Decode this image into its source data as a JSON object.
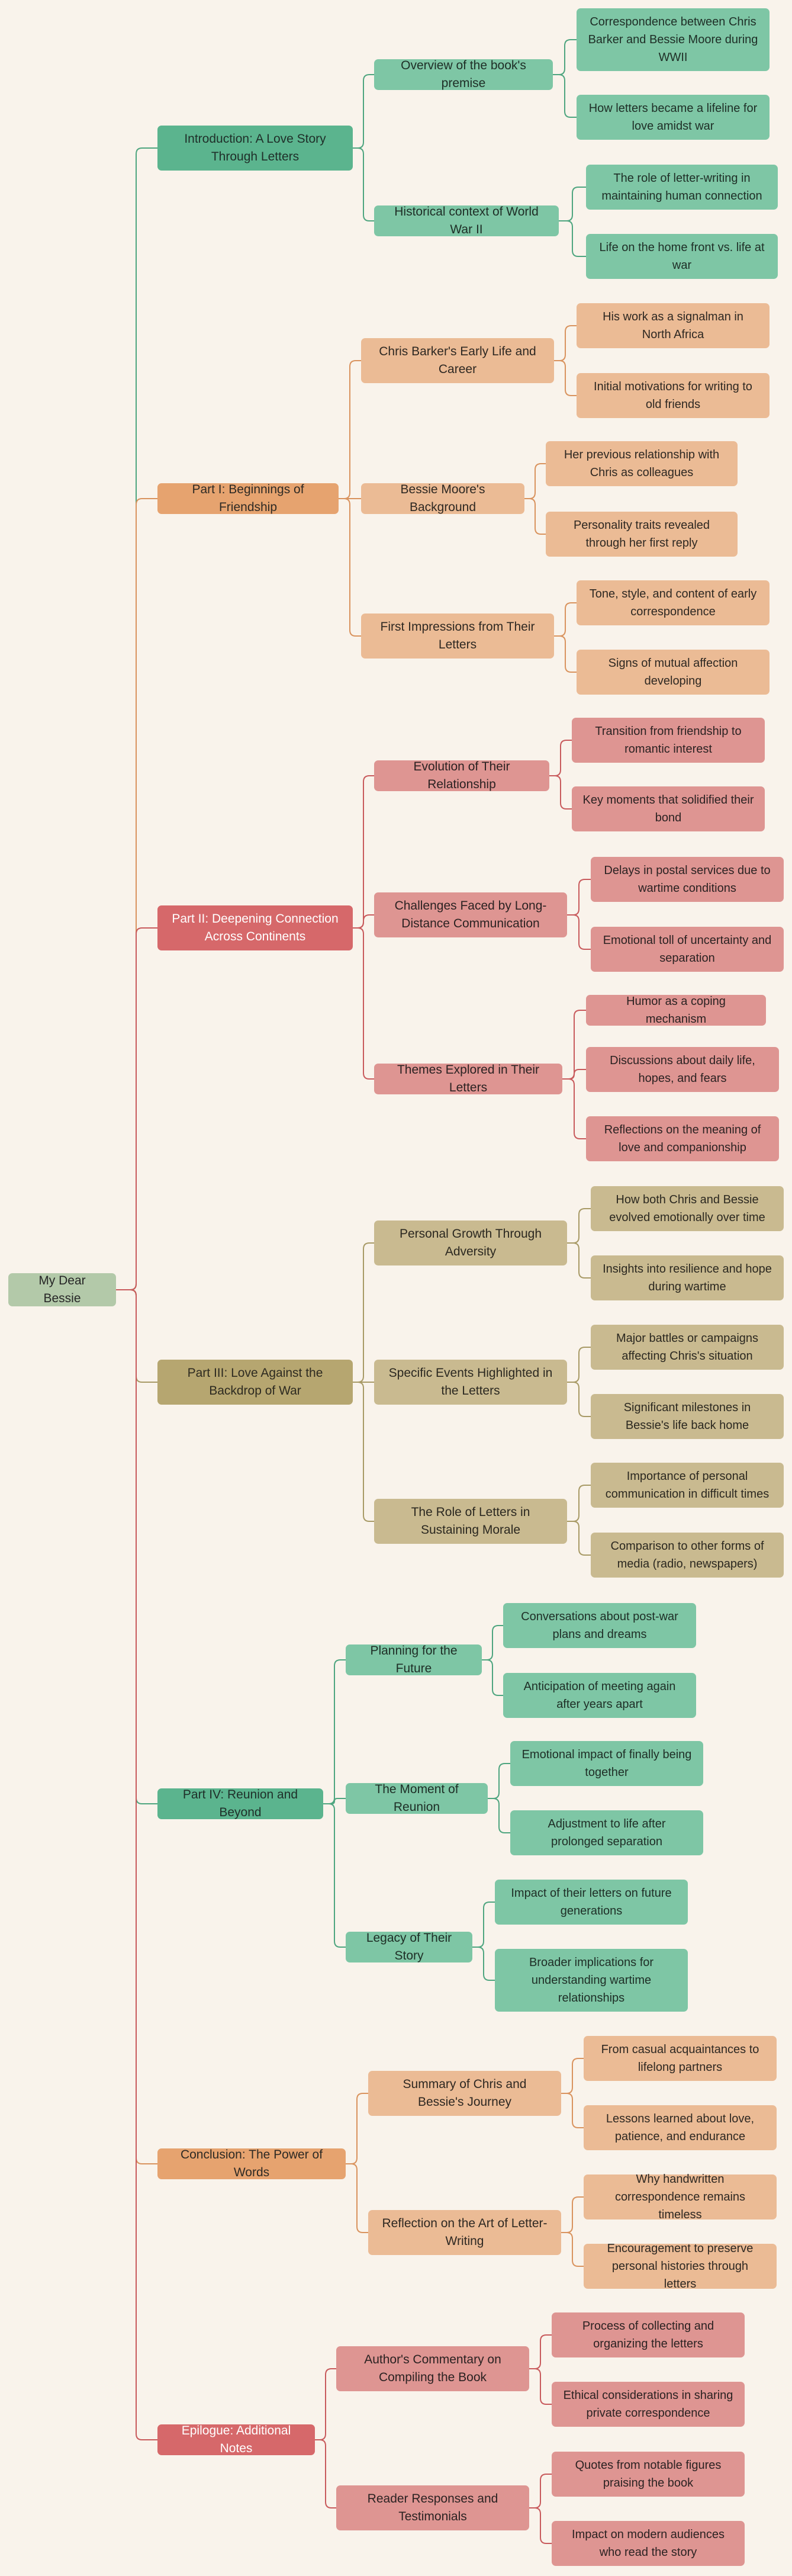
{
  "mindmap": {
    "root": "My Dear Bessie",
    "sections": [
      {
        "title": "Introduction: A Love Story Through Letters",
        "color": "green",
        "topics": [
          {
            "title": "Overview of the book's premise",
            "points": [
              "Correspondence between Chris Barker and Bessie Moore during WWII",
              "How letters became a lifeline for love amidst war"
            ]
          },
          {
            "title": "Historical context of World War II",
            "points": [
              "The role of letter-writing in maintaining human connection",
              "Life on the home front vs. life at war"
            ]
          }
        ]
      },
      {
        "title": "Part I: Beginnings of Friendship",
        "color": "orange",
        "topics": [
          {
            "title": "Chris Barker's Early Life and Career",
            "points": [
              "His work as a signalman in North Africa",
              "Initial motivations for writing to old friends"
            ]
          },
          {
            "title": "Bessie Moore's Background",
            "points": [
              "Her previous relationship with Chris as colleagues",
              "Personality traits revealed through her first reply"
            ]
          },
          {
            "title": "First Impressions from Their Letters",
            "points": [
              "Tone, style, and content of early correspondence",
              "Signs of mutual affection developing"
            ]
          }
        ]
      },
      {
        "title": "Part II: Deepening Connection Across Continents",
        "color": "red",
        "topics": [
          {
            "title": "Evolution of Their Relationship",
            "points": [
              "Transition from friendship to romantic interest",
              "Key moments that solidified their bond"
            ]
          },
          {
            "title": "Challenges Faced by Long-Distance Communication",
            "points": [
              "Delays in postal services due to wartime conditions",
              "Emotional toll of uncertainty and separation"
            ]
          },
          {
            "title": "Themes Explored in Their Letters",
            "points": [
              "Humor as a coping mechanism",
              "Discussions about daily life, hopes, and fears",
              "Reflections on the meaning of love and companionship"
            ]
          }
        ]
      },
      {
        "title": "Part III: Love Against the Backdrop of War",
        "color": "olive",
        "topics": [
          {
            "title": "Personal Growth Through Adversity",
            "points": [
              "How both Chris and Bessie evolved emotionally over time",
              "Insights into resilience and hope during wartime"
            ]
          },
          {
            "title": "Specific Events Highlighted in the Letters",
            "points": [
              "Major battles or campaigns affecting Chris's situation",
              "Significant milestones in Bessie's life back home"
            ]
          },
          {
            "title": "The Role of Letters in Sustaining Morale",
            "points": [
              "Importance of personal communication in difficult times",
              "Comparison to other forms of media (radio, newspapers)"
            ]
          }
        ]
      },
      {
        "title": "Part IV: Reunion and Beyond",
        "color": "green",
        "topics": [
          {
            "title": "Planning for the Future",
            "points": [
              "Conversations about post-war plans and dreams",
              "Anticipation of meeting again after years apart"
            ]
          },
          {
            "title": "The Moment of Reunion",
            "points": [
              "Emotional impact of finally being together",
              "Adjustment to life after prolonged separation"
            ]
          },
          {
            "title": "Legacy of Their Story",
            "points": [
              "Impact of their letters on future generations",
              "Broader implications for understanding wartime relationships"
            ]
          }
        ]
      },
      {
        "title": "Conclusion: The Power of Words",
        "color": "orange",
        "topics": [
          {
            "title": "Summary of Chris and Bessie's Journey",
            "points": [
              "From casual acquaintances to lifelong partners",
              "Lessons learned about love, patience, and endurance"
            ]
          },
          {
            "title": "Reflection on the Art of Letter-Writing",
            "points": [
              "Why handwritten correspondence remains timeless",
              "Encouragement to preserve personal histories through letters"
            ]
          }
        ]
      },
      {
        "title": "Epilogue: Additional Notes",
        "color": "red",
        "topics": [
          {
            "title": "Author's Commentary on Compiling the Book",
            "points": [
              "Process of collecting and organizing the letters",
              "Ethical considerations in sharing private correspondence"
            ]
          },
          {
            "title": "Reader Responses and Testimonials",
            "points": [
              "Quotes from notable figures praising the book",
              "Impact on modern audiences who read the story"
            ]
          }
        ]
      }
    ]
  }
}
